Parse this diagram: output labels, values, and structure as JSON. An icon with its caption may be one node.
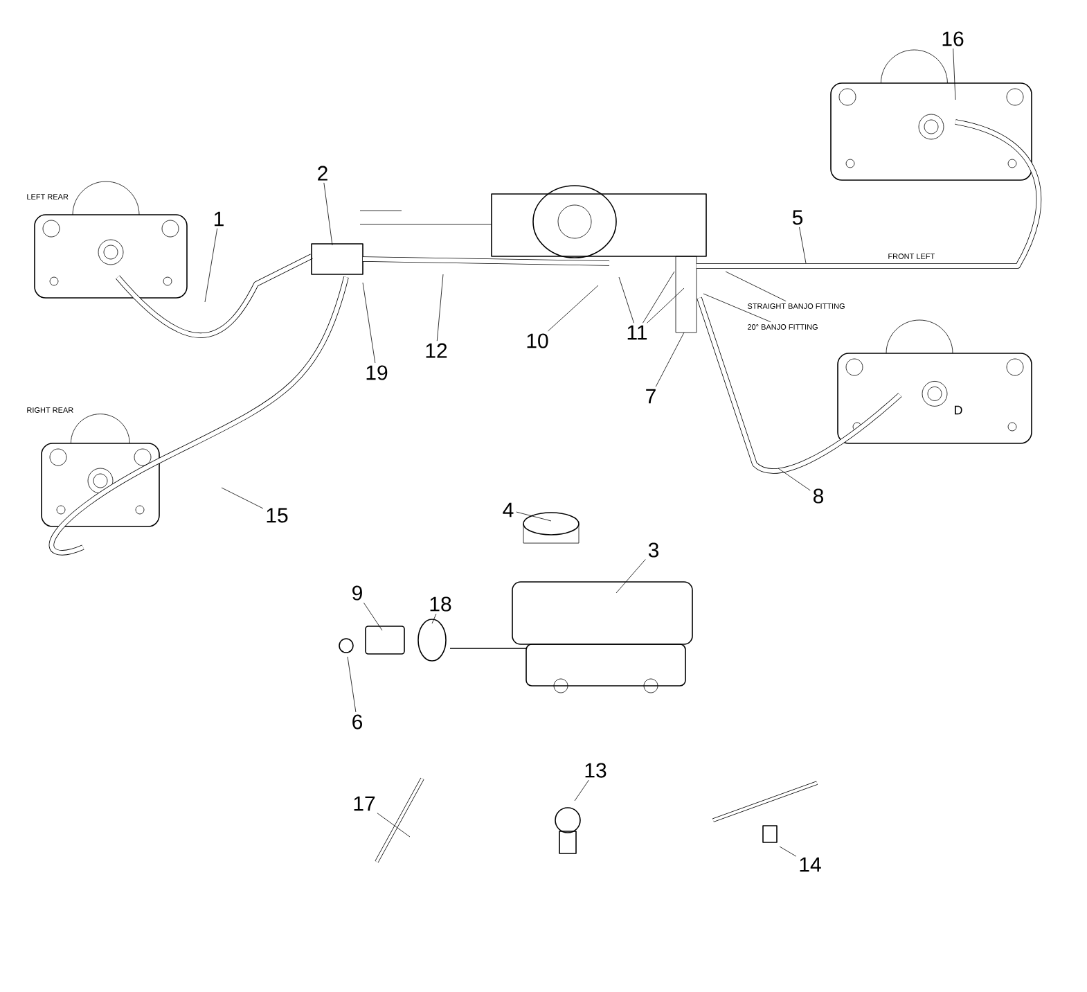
{
  "diagram": {
    "nodes": [
      {
        "text": [
          "16"
        ]
      },
      {
        "text": [
          "2"
        ]
      },
      {
        "text": [
          "5"
        ]
      },
      {
        "text": [
          "1"
        ]
      },
      {
        "text": [
          "STRAIGHT BANJO FITTING"
        ]
      },
      {
        "text": [
          "20° BANJO FITTING"
        ]
      },
      {
        "text": [
          "10"
        ]
      },
      {
        "text": [
          "11"
        ]
      },
      {
        "text": [
          "12"
        ]
      },
      {
        "text": [
          "19"
        ]
      },
      {
        "text": [
          "7"
        ]
      },
      {
        "text": [
          "8"
        ]
      },
      {
        "text": [
          "15"
        ]
      },
      {
        "text": [
          "4"
        ]
      },
      {
        "text": [
          "3"
        ]
      },
      {
        "text": [
          "9"
        ]
      },
      {
        "text": [
          "18"
        ]
      },
      {
        "text": [
          "6"
        ]
      },
      {
        "text": [
          "17"
        ]
      },
      {
        "text": [
          "13"
        ]
      },
      {
        "text": [
          "14"
        ]
      }
    ],
    "edges": [
      {
        "from": 0,
        "to": null,
        "arrow": "none"
      },
      {
        "from": 1,
        "to": null,
        "arrow": "none"
      },
      {
        "from": 2,
        "to": null,
        "arrow": "none"
      },
      {
        "from": 3,
        "to": null,
        "arrow": "none"
      },
      {
        "from": 4,
        "to": null,
        "arrow": "none"
      },
      {
        "from": 5,
        "to": null,
        "arrow": "none"
      },
      {
        "from": 6,
        "to": null,
        "arrow": "none"
      },
      {
        "from": 7,
        "to": null,
        "arrow": "none"
      },
      {
        "from": 7,
        "to": null,
        "arrow": "none"
      },
      {
        "from": 7,
        "to": null,
        "arrow": "none"
      },
      {
        "from": 8,
        "to": null,
        "arrow": "none"
      },
      {
        "from": 9,
        "to": null,
        "arrow": "none"
      },
      {
        "from": 10,
        "to": null,
        "arrow": "none"
      },
      {
        "from": 11,
        "to": null,
        "arrow": "none"
      },
      {
        "from": 12,
        "to": null,
        "arrow": "none"
      },
      {
        "from": 13,
        "to": null,
        "arrow": "none"
      },
      {
        "from": 14,
        "to": null,
        "arrow": "none"
      },
      {
        "from": 15,
        "to": null,
        "arrow": "none"
      },
      {
        "from": 16,
        "to": null,
        "arrow": "none"
      },
      {
        "from": 17,
        "to": null,
        "arrow": "none"
      },
      {
        "from": 18,
        "to": null,
        "arrow": "none"
      },
      {
        "from": 19,
        "to": null,
        "arrow": "none"
      },
      {
        "from": 20,
        "to": null,
        "arrow": "none"
      }
    ],
    "labels": [
      "LEFT REAR",
      "RIGHT REAR",
      "FRONT LEFT",
      "D"
    ]
  }
}
